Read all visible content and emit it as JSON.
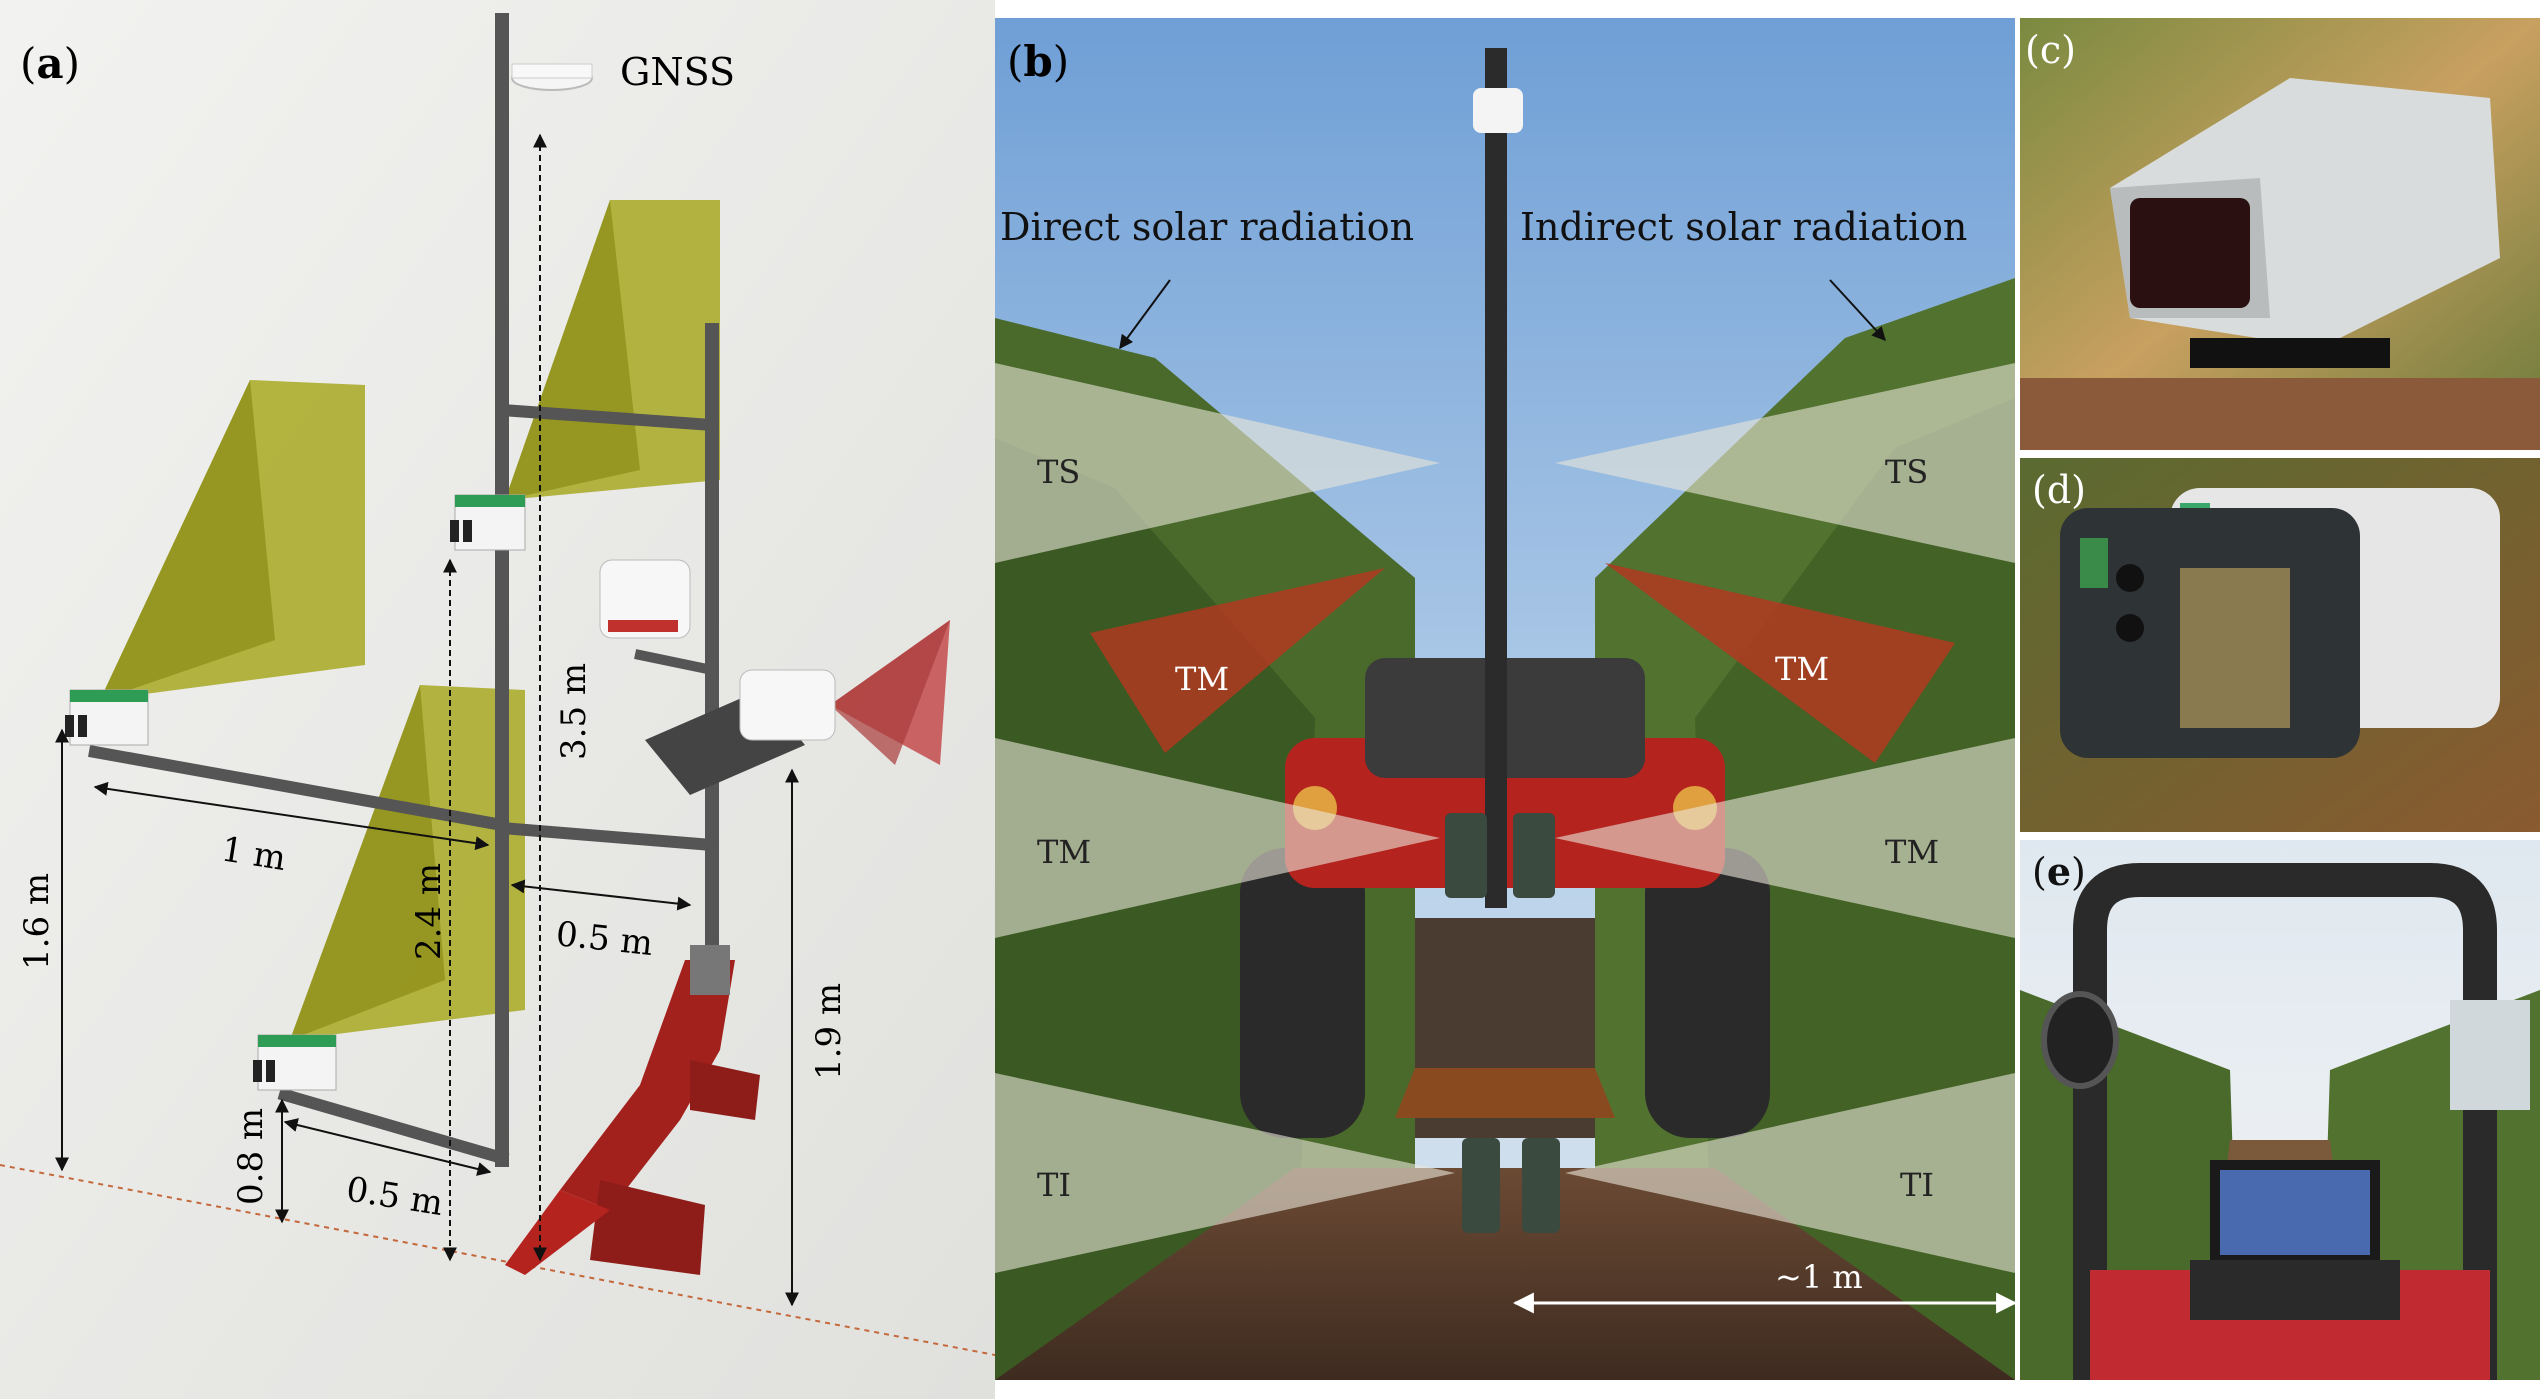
{
  "panels": {
    "a": {
      "label": "a",
      "gnss": "GNSS",
      "dims": {
        "h_35": "3.5 m",
        "h_24": "2.4 m",
        "h_16": "1.6 m",
        "h_19": "1.9 m",
        "h_08": "0.8 m",
        "w_1": "1 m",
        "w_05_upper": "0.5 m",
        "w_05_lower": "0.5 m"
      }
    },
    "b": {
      "label": "b",
      "direct": "Direct solar radiation",
      "indirect": "Indirect solar radiation",
      "ts_left": "TS",
      "ts_right": "TS",
      "tm_red_left": "TM",
      "tm_red_right": "TM",
      "tm_left": "TM",
      "tm_right": "TM",
      "ti_left": "TI",
      "ti_right": "TI",
      "dist": "~1 m"
    },
    "c": {
      "label": "c"
    },
    "d": {
      "label": "d"
    },
    "e": {
      "label": "e"
    }
  },
  "colors": {
    "sensor_cone_yellow": "#b5b52a",
    "sensor_cone_red": "#c44c4c",
    "tractor_red": "#b5231f",
    "sky_blue": "#8fb6de"
  }
}
